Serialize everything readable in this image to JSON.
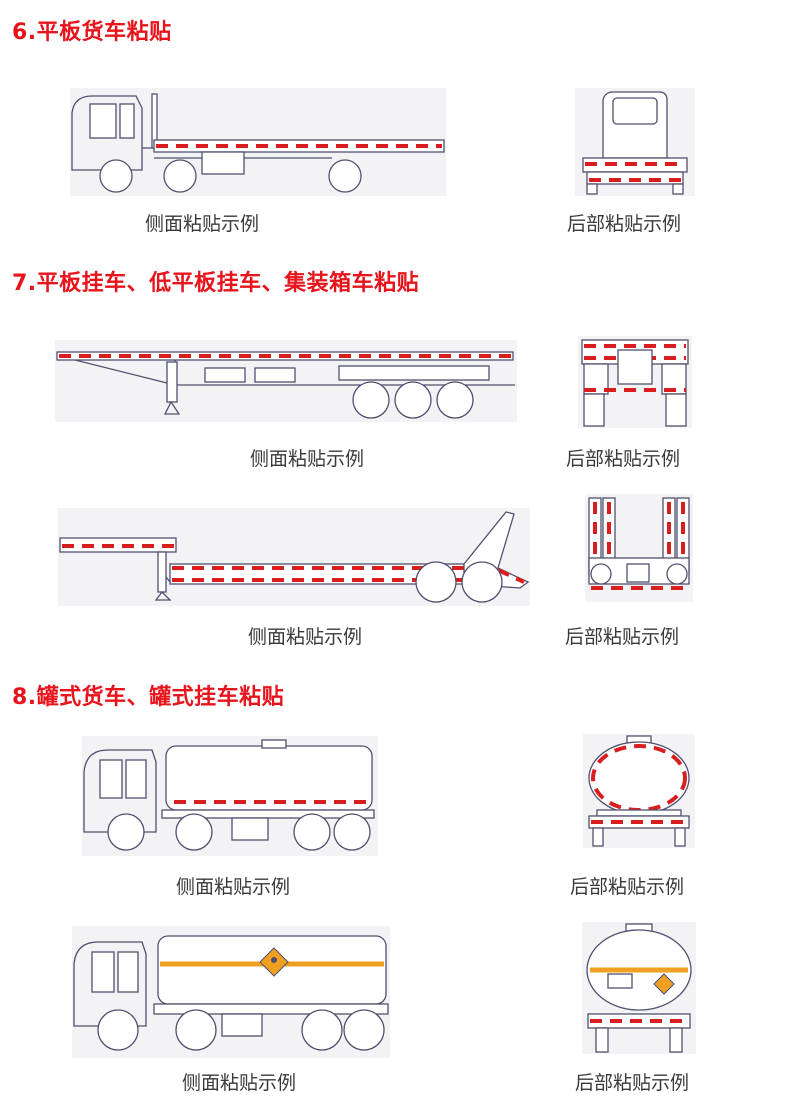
{
  "colors": {
    "heading": "#e8141c",
    "reflective_red": "#d81e1e",
    "orange_band": "#f0a020",
    "line": "#50506e"
  },
  "sections": [
    {
      "title": "6.平板货车粘贴",
      "figures": [
        {
          "icon": "flatbed-truck-side-icon",
          "caption": "侧面粘贴示例"
        },
        {
          "icon": "flatbed-truck-rear-icon",
          "caption": "后部粘贴示例"
        }
      ]
    },
    {
      "title": "7.平板挂车、低平板挂车、集装箱车粘贴",
      "figures": [
        {
          "icon": "flatbed-trailer-side-icon",
          "caption": "侧面粘贴示例"
        },
        {
          "icon": "flatbed-trailer-rear-icon",
          "caption": "后部粘贴示例"
        },
        {
          "icon": "lowbed-trailer-side-icon",
          "caption": "侧面粘贴示例"
        },
        {
          "icon": "lowbed-trailer-rear-icon",
          "caption": "后部粘贴示例"
        }
      ]
    },
    {
      "title": "8.罐式货车、罐式挂车粘贴",
      "figures": [
        {
          "icon": "tank-truck-side-icon",
          "caption": "侧面粘贴示例"
        },
        {
          "icon": "tank-truck-rear-icon",
          "caption": "后部粘贴示例"
        },
        {
          "icon": "hazmat-tank-truck-side-icon",
          "caption": "侧面粘贴示例"
        },
        {
          "icon": "hazmat-tank-truck-rear-icon",
          "caption": "后部粘贴示例"
        }
      ]
    }
  ]
}
